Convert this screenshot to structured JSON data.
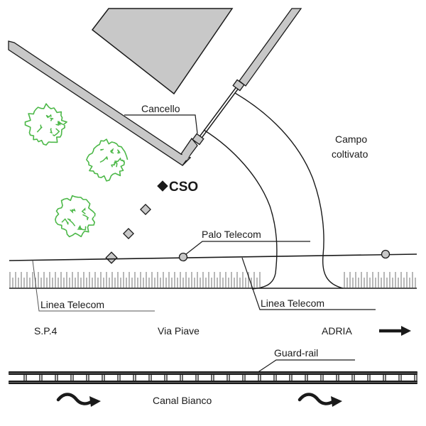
{
  "map": {
    "type": "site-plan",
    "colors": {
      "line": "#1a1a1a",
      "structure_fill": "#c8c8c8",
      "tree": "#4cb848",
      "hatch": "#9a9a9a",
      "pole_fill": "#c8c8c8",
      "cso_marker": "#1a1a1a",
      "manhole_fill": "#c8c8c8"
    },
    "labels": {
      "gate": "Cancello",
      "cso": "CSO",
      "field_line1": "Campo",
      "field_line2": "coltivato",
      "telecom_pole": "Palo Telecom",
      "telecom_line_left": "Linea Telecom",
      "telecom_line_right": "Linea Telecom",
      "road_name_left": "S.P.4",
      "road_name_center": "Via Piave",
      "direction": "ADRIA",
      "guard_rail": "Guard-rail",
      "canal": "Canal Bianco"
    },
    "icons": {
      "direction_arrow": "arrow-right-icon",
      "flow_arrow": "wavy-arrow-icon",
      "tree": "tree-icon",
      "pole": "circle-icon",
      "cso": "diamond-icon"
    },
    "features": {
      "trees_count": 3,
      "manholes_count": 3,
      "telecom_poles_count": 2,
      "canal_flow_arrows_count": 2
    }
  }
}
